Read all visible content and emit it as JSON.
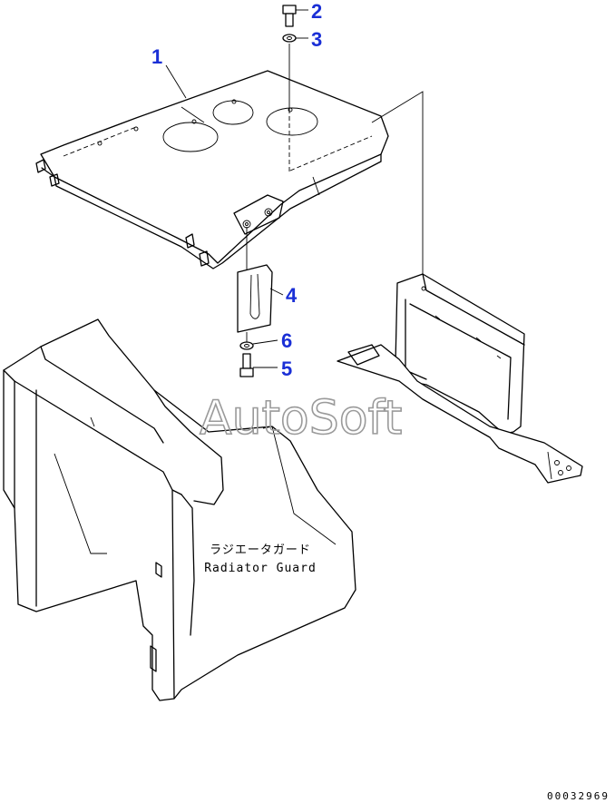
{
  "callouts": {
    "c1": "1",
    "c2": "2",
    "c3": "3",
    "c4": "4",
    "c5": "5",
    "c6": "6"
  },
  "radiator_guard_label": {
    "japanese": "ラジエータガード",
    "english": "Radiator Guard"
  },
  "watermark": "AutoSoft",
  "document_number": "00032969",
  "colors": {
    "callout": "#1a2fd6",
    "line": "#000000",
    "watermark": "#9a9a9a"
  }
}
